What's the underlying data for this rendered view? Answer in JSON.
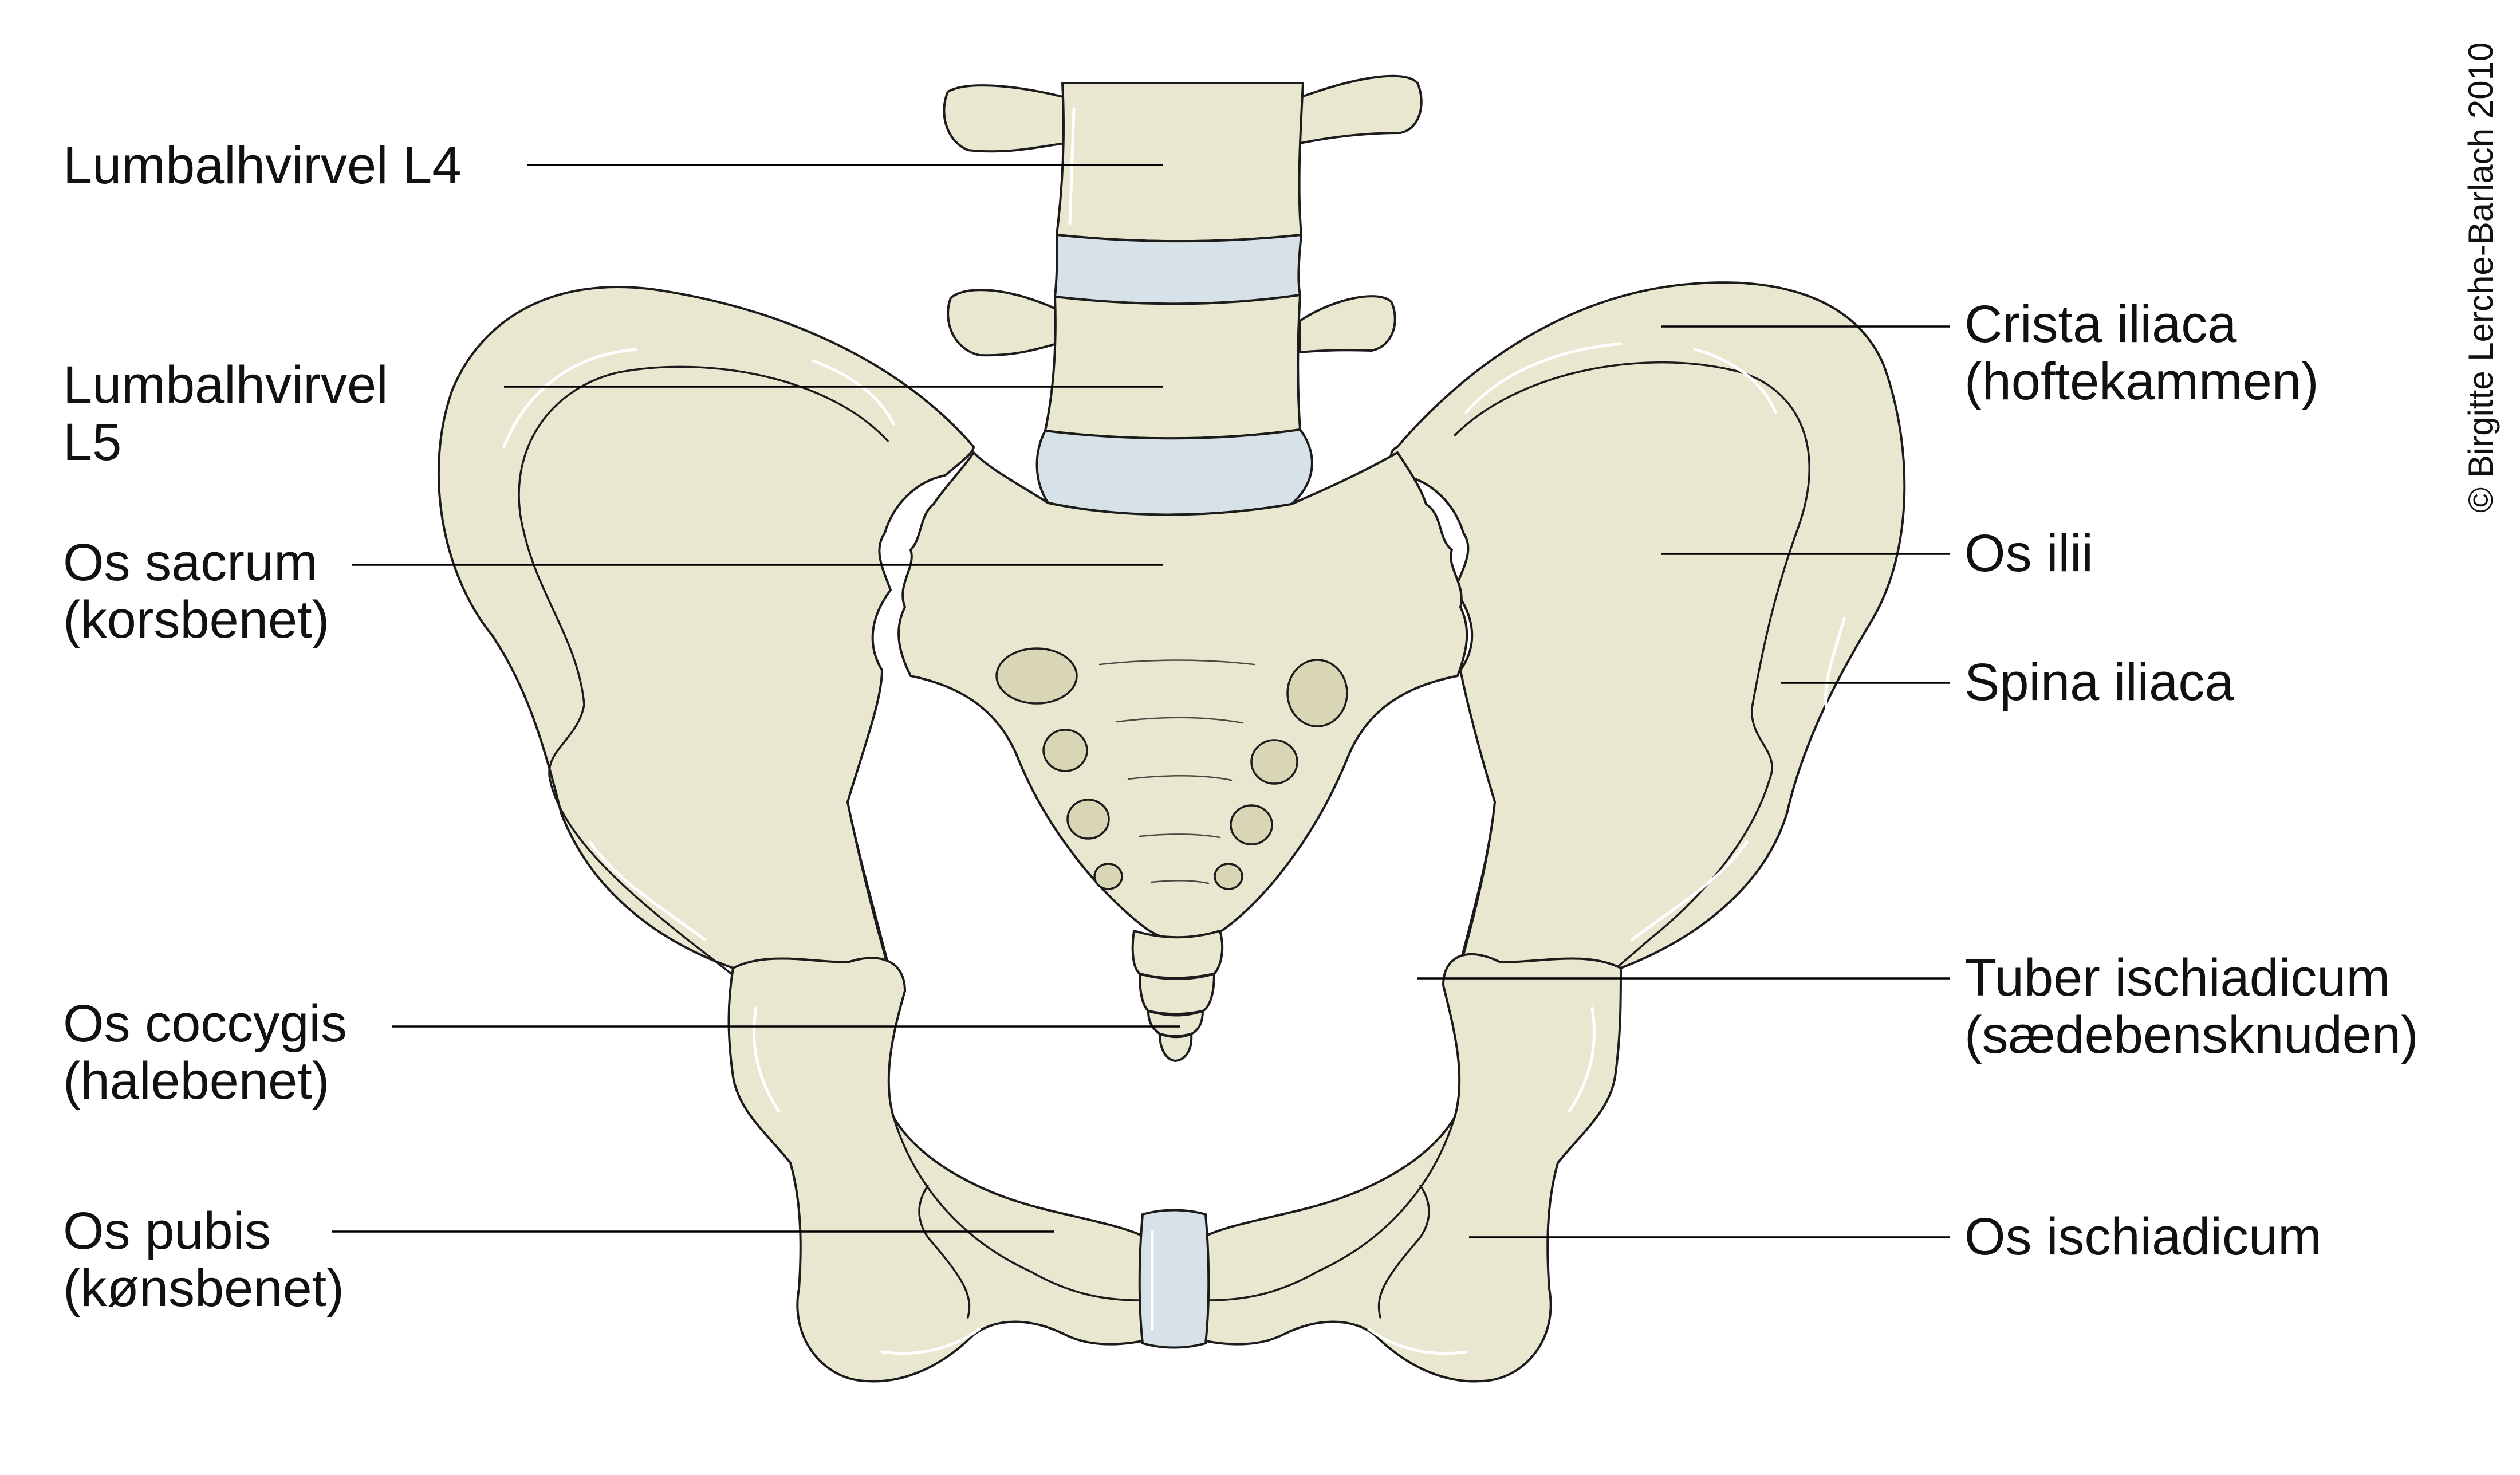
{
  "labels": {
    "lumbal_l4": "Lumbalhvirvel L4",
    "lumbal_l5_line1": "Lumbalhvirvel",
    "lumbal_l5_line2": "L5",
    "sacrum_line1": "Os sacrum",
    "sacrum_line2": "(korsbenet)",
    "coccygis_line1": "Os coccygis",
    "coccygis_line2": "(halebenet)",
    "pubis_line1": "Os pubis",
    "pubis_line2": "(kønsbenet)",
    "crista_line1": "Crista iliaca",
    "crista_line2": "(hoftekammen)",
    "ilii": "Os ilii",
    "spina": "Spina iliaca",
    "tuber_line1": "Tuber ischiadicum",
    "tuber_line2": "(sædebensknuden)",
    "ischiadicum": "Os ischiadicum"
  },
  "credit": "© Birgitte Lerche-Barlach 2010",
  "colors": {
    "bone": "#e9e7cf",
    "disc": "#d6e2e7",
    "outline": "#1c1c1c",
    "background": "#ffffff"
  }
}
